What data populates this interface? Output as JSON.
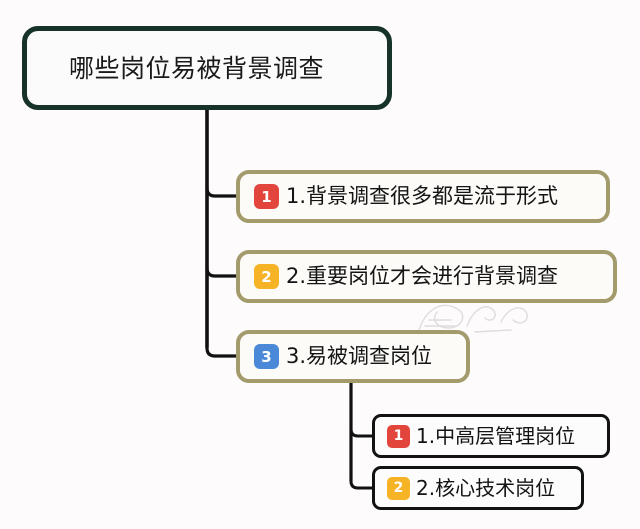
{
  "diagram": {
    "type": "mindmap",
    "title_node": {
      "label": "哪些岗位易被背景调查",
      "border_color": "#173229"
    },
    "colors": {
      "background": "#fdfbfc",
      "root_border": "#173229",
      "level1_border": "#a49b6c",
      "level2_border": "#121212",
      "badge_red": "#e2453c",
      "badge_orange": "#f5b325",
      "badge_blue": "#4b89d8",
      "connector": "#111111"
    },
    "branches": [
      {
        "badge": "1",
        "badge_color": "red",
        "label": "1.背景调查很多都是流于形式",
        "children": []
      },
      {
        "badge": "2",
        "badge_color": "orange",
        "label": "2.重要岗位才会进行背景调查",
        "children": []
      },
      {
        "badge": "3",
        "badge_color": "blue",
        "label": "3.易被调查岗位",
        "children": [
          {
            "badge": "1",
            "badge_color": "red",
            "label": "1.中高层管理岗位"
          },
          {
            "badge": "2",
            "badge_color": "orange",
            "label": "2.核心技术岗位"
          }
        ]
      }
    ],
    "watermark": "faint-signature-scribble"
  }
}
